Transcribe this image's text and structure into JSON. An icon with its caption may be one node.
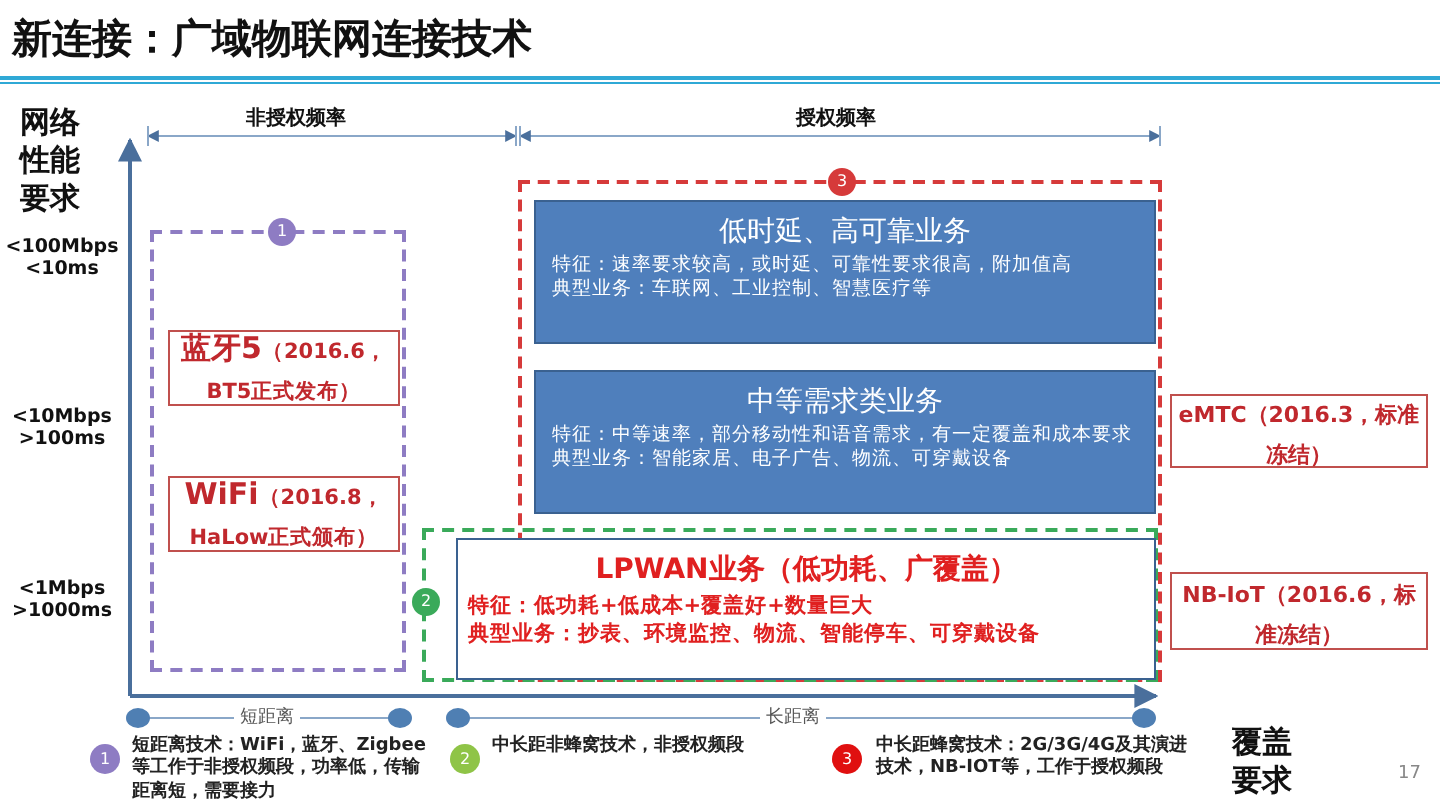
{
  "diagram": {
    "title": "新连接：广域物联网连接技术",
    "nodes": [
      {
        "text": [],
        "shape": "box",
        "beside": [
          "1"
        ]
      },
      {
        "text": [
          "蓝牙5",
          "（2016.6，BT5正式发布）"
        ],
        "in": 0
      },
      {
        "text": [
          "WiFi",
          "（2016.8，HaLow正式颁布）"
        ],
        "in": 0
      },
      {
        "text": [],
        "shape": "box",
        "beside": [
          "3"
        ]
      },
      {
        "text": [
          "低时延、高可靠业务",
          "特征：速率要求较高，或时延、可靠性要求很高，附加值高",
          "典型业务：车联网、工业控制、智慧医疗等"
        ],
        "in": 3
      },
      {
        "text": [
          "中等需求类业务",
          "特征：中等速率，部分移动性和语音需求，有一定覆盖和成本要求",
          "典型业务：智能家居、电子广告、物流、可穿戴设备"
        ],
        "in": 3
      },
      {
        "text": [],
        "shape": "box",
        "beside": [
          "2"
        ]
      },
      {
        "text": [
          "LPWAN业务（低功耗、广覆盖）",
          "特征：低功耗+低成本+覆盖好+数量巨大",
          "典型业务：抄表、环境监控、物流、智能停车、可穿戴设备"
        ],
        "in": 6
      },
      {
        "text": [
          "eMTC（2016.3，标准冻结）"
        ]
      },
      {
        "text": [
          "NB-IoT（2016.6，标准冻结）"
        ]
      }
    ],
    "edges": [],
    "labels": [
      "网络性能要求",
      "非授权频率",
      "授权频率",
      "<100Mbps <10ms",
      "<10Mbps >100ms",
      "<1Mbps >1000ms",
      "短距离",
      "长距离",
      "1",
      "2",
      "3",
      "覆盖要求",
      "17"
    ],
    "legend": [
      {
        "text": "短距离技术：WiFi，蓝牙、Zigbee等工作于非授权频段，功率低，传输距离短，需要接力",
        "color": "#8e7cc3"
      },
      {
        "text": "中长距非蜂窝技术，非授权频段",
        "color": "#8fc447"
      },
      {
        "text": "中长距蜂窝技术：2G/3G/4G及其演进技术，NB-IOT等，工作于授权频段",
        "color": "#e01010"
      }
    ]
  }
}
